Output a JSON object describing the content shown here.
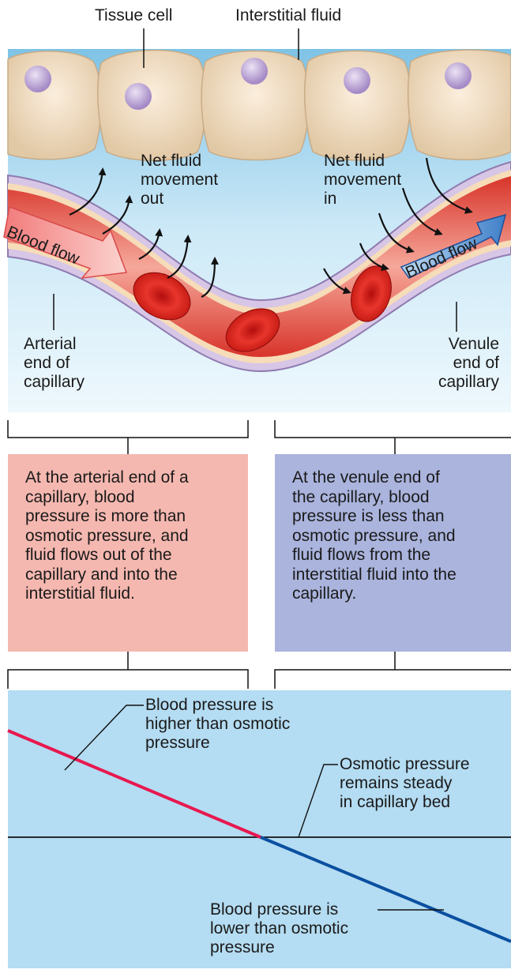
{
  "top_labels": {
    "tissue_cell": "Tissue cell",
    "interstitial_fluid": "Interstitial fluid"
  },
  "net_out": [
    "Net fluid",
    "movement",
    "out"
  ],
  "net_in": [
    "Net fluid",
    "movement",
    "in"
  ],
  "blood_flow_left": "Blood flow",
  "blood_flow_right": "Blood flow",
  "arterial_end": [
    "Arterial",
    "end of",
    "capillary"
  ],
  "venule_end": [
    "Venule",
    "end of",
    "capillary"
  ],
  "arterial_box": [
    "At the arterial end of a",
    "capillary, blood",
    "pressure is more than",
    "osmotic pressure, and",
    "fluid flows out of the",
    "capillary and into the",
    "interstitial fluid."
  ],
  "venule_box": [
    "At the venule end of",
    "the capillary, blood",
    "pressure is less than",
    "osmotic pressure, and",
    "fluid flows from the",
    "interstitial fluid into the",
    "capillary."
  ],
  "graph": {
    "bp_higher": [
      "Blood pressure is",
      "higher than osmotic",
      "pressure"
    ],
    "osmotic_steady": [
      "Osmotic pressure",
      "remains steady",
      "in capillary bed"
    ],
    "bp_lower": [
      "Blood pressure is",
      "lower than osmotic",
      "pressure"
    ]
  },
  "colors": {
    "arterial_box": "#f5b8b0",
    "venule_box": "#aab4dd",
    "graph_bg": "#b4dcf2",
    "bp_high_line": "#e8184f",
    "bp_low_line": "#0a4fa0",
    "fluid": "#bfe3f5"
  }
}
